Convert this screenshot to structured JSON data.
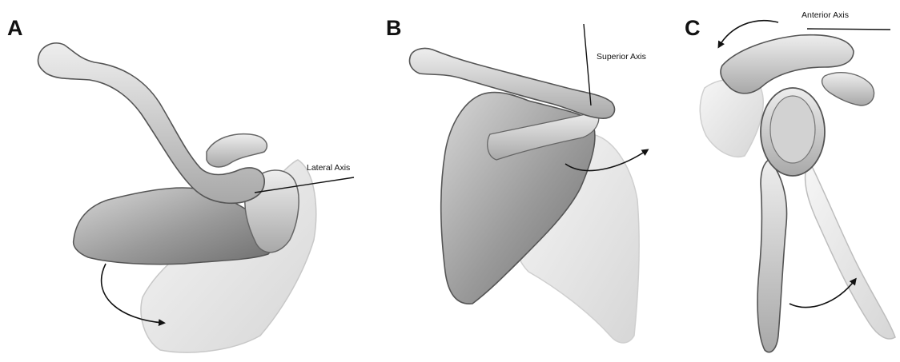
{
  "figure": {
    "panels": [
      {
        "letter": "A",
        "axis_label": "Lateral Axis"
      },
      {
        "letter": "B",
        "axis_label": "Superior Axis"
      },
      {
        "letter": "C",
        "axis_label": "Anterior Axis"
      }
    ]
  }
}
